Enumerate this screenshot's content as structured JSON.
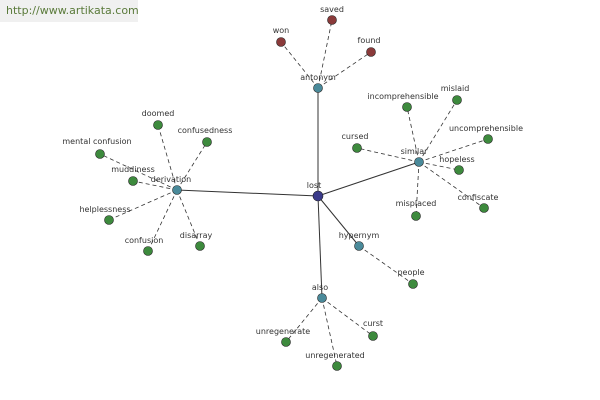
{
  "watermark": "http://www.artikata.com",
  "colors": {
    "root": "#3a3a8a",
    "category": "#4a8a9a",
    "leaf": "#3d8a3d",
    "antonym_leaf": "#8a3a3a",
    "edge": "#333333"
  },
  "graph": {
    "root": "lost",
    "categories": [
      {
        "id": "antonym",
        "label": "antonym",
        "leaves": [
          "saved",
          "won",
          "found"
        ]
      },
      {
        "id": "similar",
        "label": "similar",
        "leaves": [
          "incomprehensible",
          "mislaid",
          "cursed",
          "uncomprehensible",
          "hopeless",
          "misplaced",
          "confiscate"
        ]
      },
      {
        "id": "derivation",
        "label": "derivation",
        "leaves": [
          "doomed",
          "confusedness",
          "mental confusion",
          "muddiness",
          "helplessness",
          "confusion",
          "disarray"
        ]
      },
      {
        "id": "hypernym",
        "label": "hypernym",
        "leaves": [
          "people"
        ]
      },
      {
        "id": "also",
        "label": "also",
        "leaves": [
          "unregenerate",
          "curst",
          "unregenerated"
        ]
      }
    ]
  }
}
